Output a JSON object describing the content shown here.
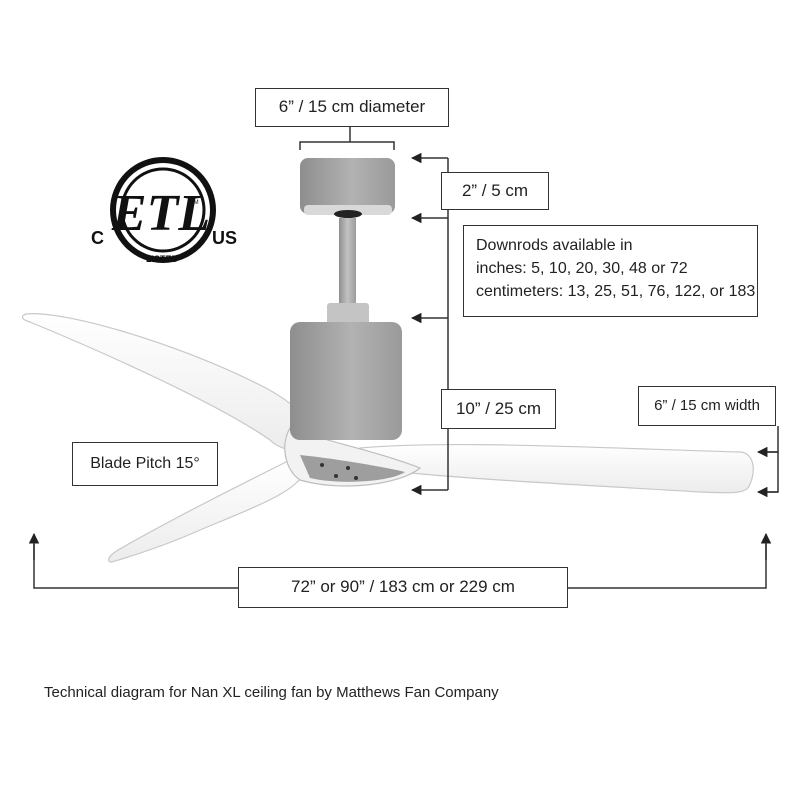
{
  "labels": {
    "diameter": "6” / 15 cm diameter",
    "canopy_height": "2” / 5 cm",
    "downrods_line1": "Downrods available in",
    "downrods_line2": "inches: 5, 10, 20, 30, 48 or 72",
    "downrods_line3": "centimeters: 13, 25, 51, 76, 122, or 183",
    "housing_height": "10” / 25 cm",
    "blade_width": "6” / 15 cm width",
    "blade_pitch": "Blade Pitch 15°",
    "span": "72” or 90” / 183 cm or 229 cm"
  },
  "etl_mark": {
    "main": "ETL",
    "side_left": "C",
    "side_right": "US",
    "bottom": "LISTED",
    "small": "CM"
  },
  "caption": "Technical diagram for Nan XL ceiling fan by Matthews Fan Company",
  "colors": {
    "line": "#333333",
    "fan_body": "#a9a9a9",
    "blade": "#ffffff",
    "blade_edge": "#c8c8c8"
  }
}
